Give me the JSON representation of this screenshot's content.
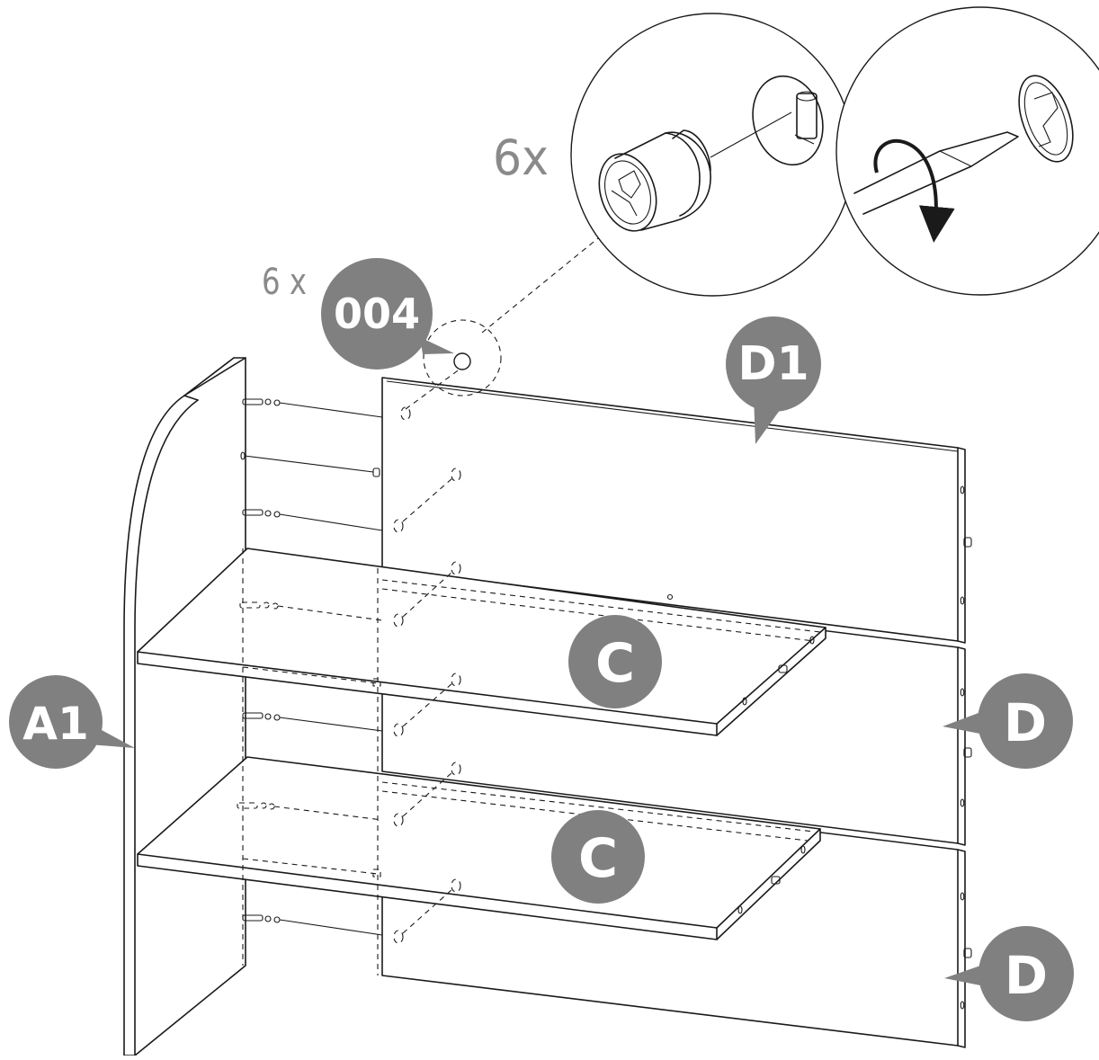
{
  "diagram": {
    "detail_count": "6x",
    "hardware_count": "6 x",
    "hardware_code": "004",
    "labels": {
      "side_panel": "A1",
      "top_back_panel": "D1",
      "shelf_upper": "C",
      "shelf_lower": "C",
      "back_panel_middle": "D",
      "back_panel_lower": "D"
    },
    "colors": {
      "badge": "#808080",
      "line": "#1a1a1a",
      "count_text": "#8a8a8a"
    },
    "icons": [
      "cam-lock-icon",
      "screwdriver-icon",
      "rotate-clockwise-arrow-icon"
    ]
  }
}
